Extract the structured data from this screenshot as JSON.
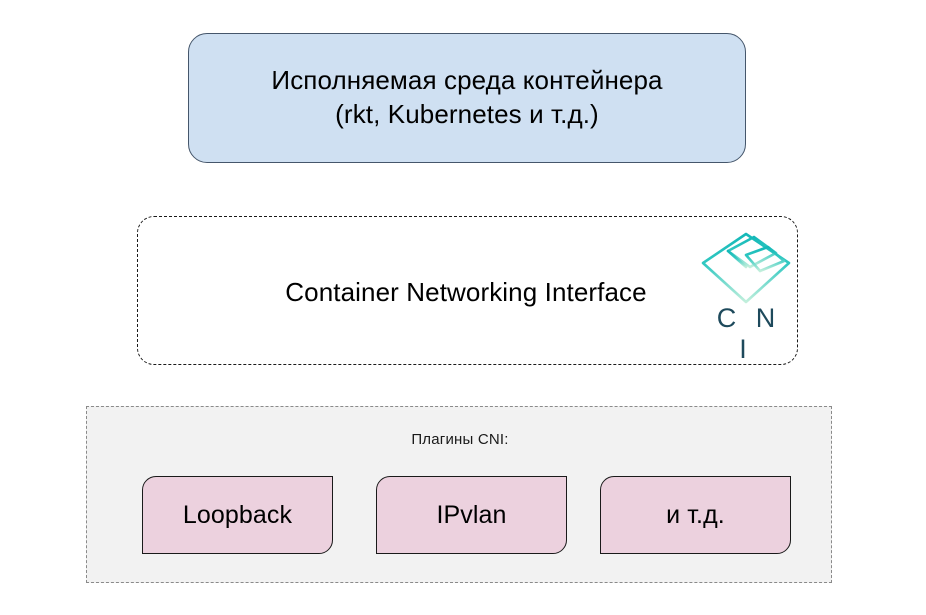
{
  "diagram": {
    "runtime": {
      "line1": "Исполняемая среда контейнера",
      "line2": "(rkt, Kubernetes и т.д.)",
      "fill": "#cfe0f2",
      "stroke": "#45566b"
    },
    "cni_layer": {
      "title": "Container Networking Interface",
      "logo_wordmark": "C N I",
      "logo_colors": {
        "gradient_top": "#1fbfbf",
        "gradient_bottom": "#b8ecd9",
        "wordmark": "#1e4a5c"
      },
      "fill": "#ffffff",
      "stroke": "#1a1a1a",
      "stroke_style": "dashed"
    },
    "plugins": {
      "label": "Плагины CNI:",
      "fill": "#f2f2f2",
      "stroke": "#8a8a8a",
      "stroke_style": "dashed",
      "card_fill": "#ecd1de",
      "card_stroke": "#1a1a1a",
      "items": [
        {
          "label": "Loopback"
        },
        {
          "label": "IPvlan"
        },
        {
          "label": "и т.д."
        }
      ]
    }
  }
}
